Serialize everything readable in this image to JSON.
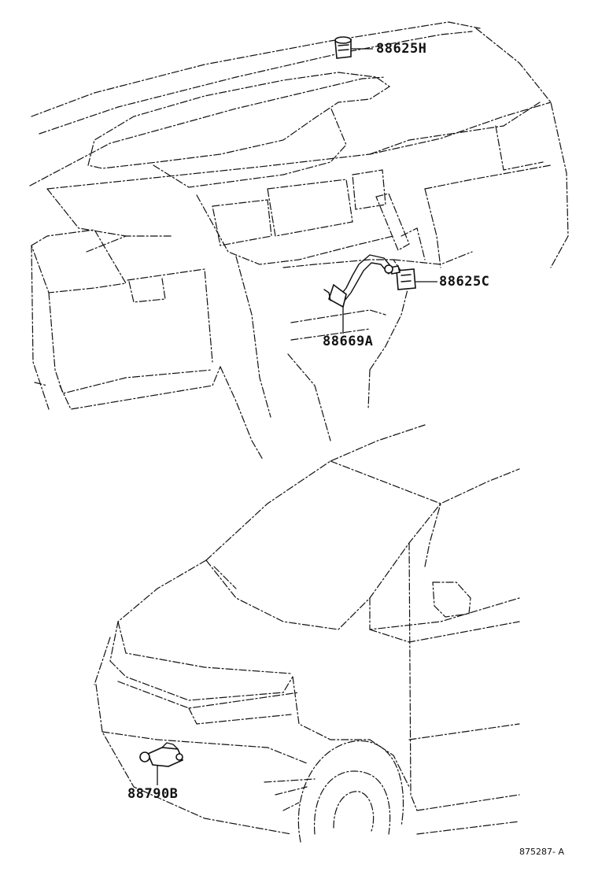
{
  "callouts": {
    "part_88625h": "88625H",
    "part_88625c": "88625C",
    "part_88669a": "88669A",
    "part_88790b": "88790B"
  },
  "footer": {
    "doc_id": "875287- A"
  }
}
